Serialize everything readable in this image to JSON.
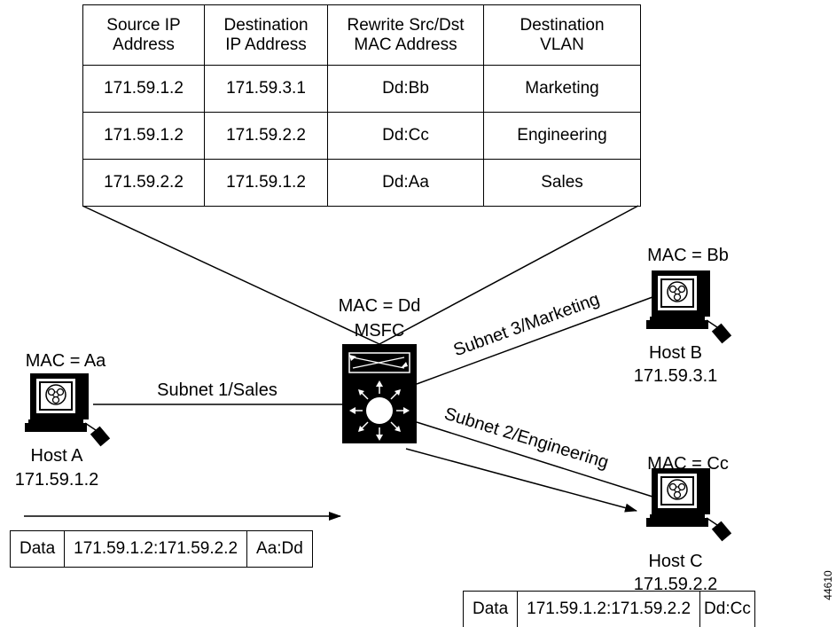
{
  "table": {
    "headers": [
      "Source IP\nAddress",
      "Destination\nIP Address",
      "Rewrite Src/Dst\nMAC Address",
      "Destination\nVLAN"
    ],
    "rows": [
      [
        "171.59.1.2",
        "171.59.3.1",
        "Dd:Bb",
        "Marketing"
      ],
      [
        "171.59.1.2",
        "171.59.2.2",
        "Dd:Cc",
        "Engineering"
      ],
      [
        "171.59.2.2",
        "171.59.1.2",
        "Dd:Aa",
        "Sales"
      ]
    ]
  },
  "router": {
    "mac": "MAC = Dd",
    "name": "MSFC"
  },
  "hosts": {
    "a": {
      "mac": "MAC = Aa",
      "name": "Host A",
      "ip": "171.59.1.2"
    },
    "b": {
      "mac": "MAC = Bb",
      "name": "Host B",
      "ip": "171.59.3.1"
    },
    "c": {
      "mac": "MAC = Cc",
      "name": "Host C",
      "ip": "171.59.2.2"
    }
  },
  "links": {
    "sales": "Subnet 1/Sales",
    "marketing": "Subnet 3/Marketing",
    "engineering": "Subnet 2/Engineering"
  },
  "packets": {
    "in": {
      "data": "Data",
      "ips": "171.59.1.2:171.59.2.2",
      "macs": "Aa:Dd"
    },
    "out": {
      "data": "Data",
      "ips": "171.59.1.2:171.59.2.2",
      "macs": "Dd:Cc"
    }
  },
  "figure_id": "44610"
}
